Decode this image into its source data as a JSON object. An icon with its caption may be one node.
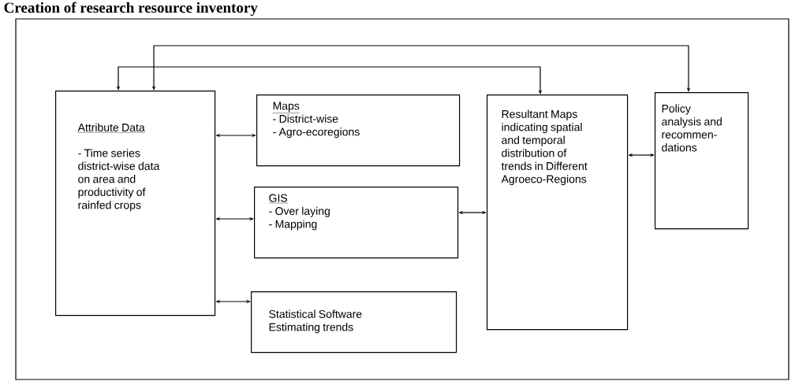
{
  "diagram": {
    "title": "Creation of research resource inventory",
    "nodes": [
      {
        "text": [
          "Attribute Data",
          "- Time series district-wise data on area and productivity of rainfed crops"
        ]
      },
      {
        "text": [
          "Maps",
          "- District-wise",
          "- Agro-ecoregions"
        ]
      },
      {
        "text": [
          "GIS",
          "- Over laying",
          "- Mapping"
        ]
      },
      {
        "text": [
          "Statistical Software",
          "Estimating trends"
        ]
      },
      {
        "text": [
          "Resultant Maps indicating spatial and temporal distribution of trends in Different Agroeco-Regions"
        ]
      },
      {
        "text": [
          "Policy analysis and recommen-dations"
        ]
      }
    ],
    "edges": [
      {
        "from": 0,
        "to": 1,
        "arrow": "both"
      },
      {
        "from": 0,
        "to": 2,
        "arrow": "both"
      },
      {
        "from": 0,
        "to": 3,
        "arrow": "both"
      },
      {
        "from": 2,
        "to": 4,
        "arrow": "both"
      },
      {
        "from": 4,
        "to": 5,
        "arrow": "both"
      },
      {
        "from": 0,
        "to": 4,
        "arrow": "both"
      },
      {
        "from": 0,
        "to": 5,
        "arrow": "both"
      }
    ]
  }
}
